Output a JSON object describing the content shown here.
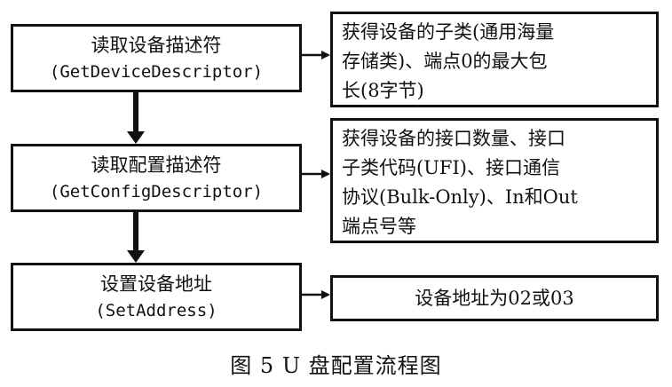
{
  "steps": [
    {
      "title": "读取设备描述符",
      "code": "(GetDeviceDescriptor)"
    },
    {
      "title": "读取配置描述符",
      "code": "(GetConfigDescriptor)"
    },
    {
      "title": "设置设备地址",
      "code": "(SetAddress)"
    }
  ],
  "results": [
    {
      "lines": [
        "获得设备的子类(通用海量",
        "存储类)、端点0的最大包",
        "长(8字节)"
      ]
    },
    {
      "lines": [
        "获得设备的接口数量、接口",
        "子类代码(UFI)、接口通信",
        "协议(Bulk-Only)、In和Out",
        "端点号等"
      ]
    },
    {
      "lines": [
        "设备地址为02或03"
      ]
    }
  ],
  "caption": "图 5  U 盘配置流程图"
}
